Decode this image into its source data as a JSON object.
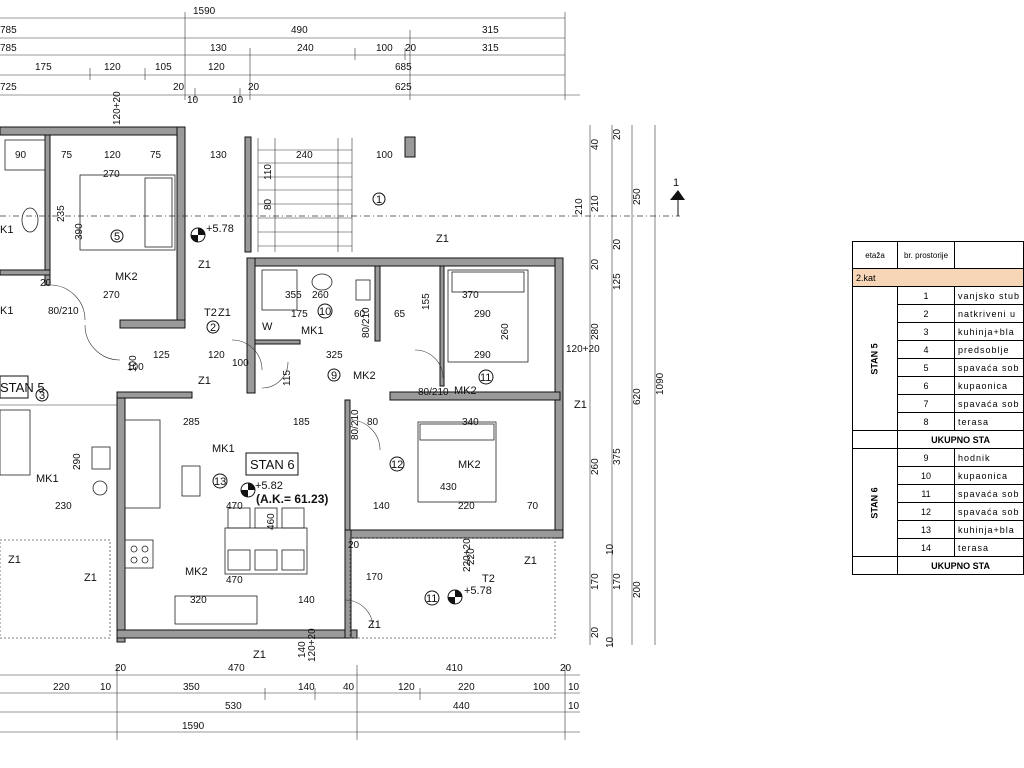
{
  "plan": {
    "top_dims": {
      "r1": [
        "1590"
      ],
      "r2": [
        "785",
        "490",
        "315"
      ],
      "r3": [
        "785",
        "130",
        "240",
        "100",
        "20",
        "315"
      ],
      "r4": [
        "175",
        "120",
        "105",
        "120",
        "685"
      ],
      "r5": [
        "725",
        "20",
        "10",
        "20",
        "10",
        "625"
      ]
    },
    "bottom_dims": {
      "r1": [
        "20",
        "470",
        "410",
        "20"
      ],
      "r2": [
        "220",
        "10",
        "350",
        "140",
        "40",
        "120",
        "220",
        "100",
        "10"
      ],
      "r3": [
        "530",
        "440",
        "10"
      ],
      "r4": [
        "1590"
      ]
    },
    "right_dims": [
      "40",
      "20",
      "250",
      "210",
      "20",
      "125",
      "20",
      "280",
      "620",
      "1090",
      "260",
      "375",
      "10",
      "170",
      "170",
      "200",
      "20",
      "10"
    ],
    "section_marker": "1",
    "level_top": "+5.78",
    "level_bottom": "+5.78",
    "level_center": "+5.82",
    "stan5_tag": "STAN 5",
    "stan6_tag": "STAN 6",
    "area_note": "(A.K.= 61.23)",
    "room_numbers": [
      "1",
      "2",
      "3",
      "5",
      "9",
      "10",
      "11",
      "12",
      "13",
      "11"
    ],
    "labels": {
      "z1": "Z1",
      "t2": "T2",
      "t2_z1": "Z1",
      "mk1": "MK1",
      "mk2": "MK2",
      "k1": "K1",
      "w": "W",
      "d80": "80/210",
      "d80b": "80/210",
      "d80c": "80/210",
      "d80d": "80/210",
      "win120": "120+20",
      "win220": "220+20",
      "win120b": "120+20"
    },
    "inner_dims": [
      "90",
      "75",
      "120",
      "75",
      "130",
      "240",
      "100",
      "270",
      "235",
      "390",
      "270",
      "110",
      "80",
      "370",
      "125",
      "120",
      "325",
      "175",
      "60",
      "65",
      "155",
      "355",
      "290",
      "260",
      "290",
      "260",
      "185",
      "80",
      "340",
      "100",
      "230",
      "285",
      "290",
      "430",
      "460",
      "220",
      "140",
      "470",
      "470",
      "320",
      "70",
      "140",
      "100",
      "220",
      "20",
      "20",
      "170",
      "100",
      "140",
      "120+20",
      "115",
      "210"
    ]
  },
  "legend": {
    "headers": [
      "etaža",
      "br. prostorije"
    ],
    "floor": "2.kat",
    "stan5": {
      "label": "STAN 5",
      "rooms": [
        {
          "no": "1",
          "name": "vanjsko stub"
        },
        {
          "no": "2",
          "name": "natkriveni u"
        },
        {
          "no": "3",
          "name": "kuhinja+bla"
        },
        {
          "no": "4",
          "name": "predsoblje"
        },
        {
          "no": "5",
          "name": "spavaća sob"
        },
        {
          "no": "6",
          "name": "kupaonica"
        },
        {
          "no": "7",
          "name": "spavaća sob"
        },
        {
          "no": "8",
          "name": "terasa"
        }
      ],
      "total": "UKUPNO STA"
    },
    "stan6": {
      "label": "STAN 6",
      "rooms": [
        {
          "no": "9",
          "name": "hodnik"
        },
        {
          "no": "10",
          "name": "kupaonica"
        },
        {
          "no": "11",
          "name": "spavaća sob"
        },
        {
          "no": "12",
          "name": "spavaća sob"
        },
        {
          "no": "13",
          "name": "kuhinja+bla"
        },
        {
          "no": "14",
          "name": "terasa"
        }
      ],
      "total": "UKUPNO STA"
    }
  }
}
